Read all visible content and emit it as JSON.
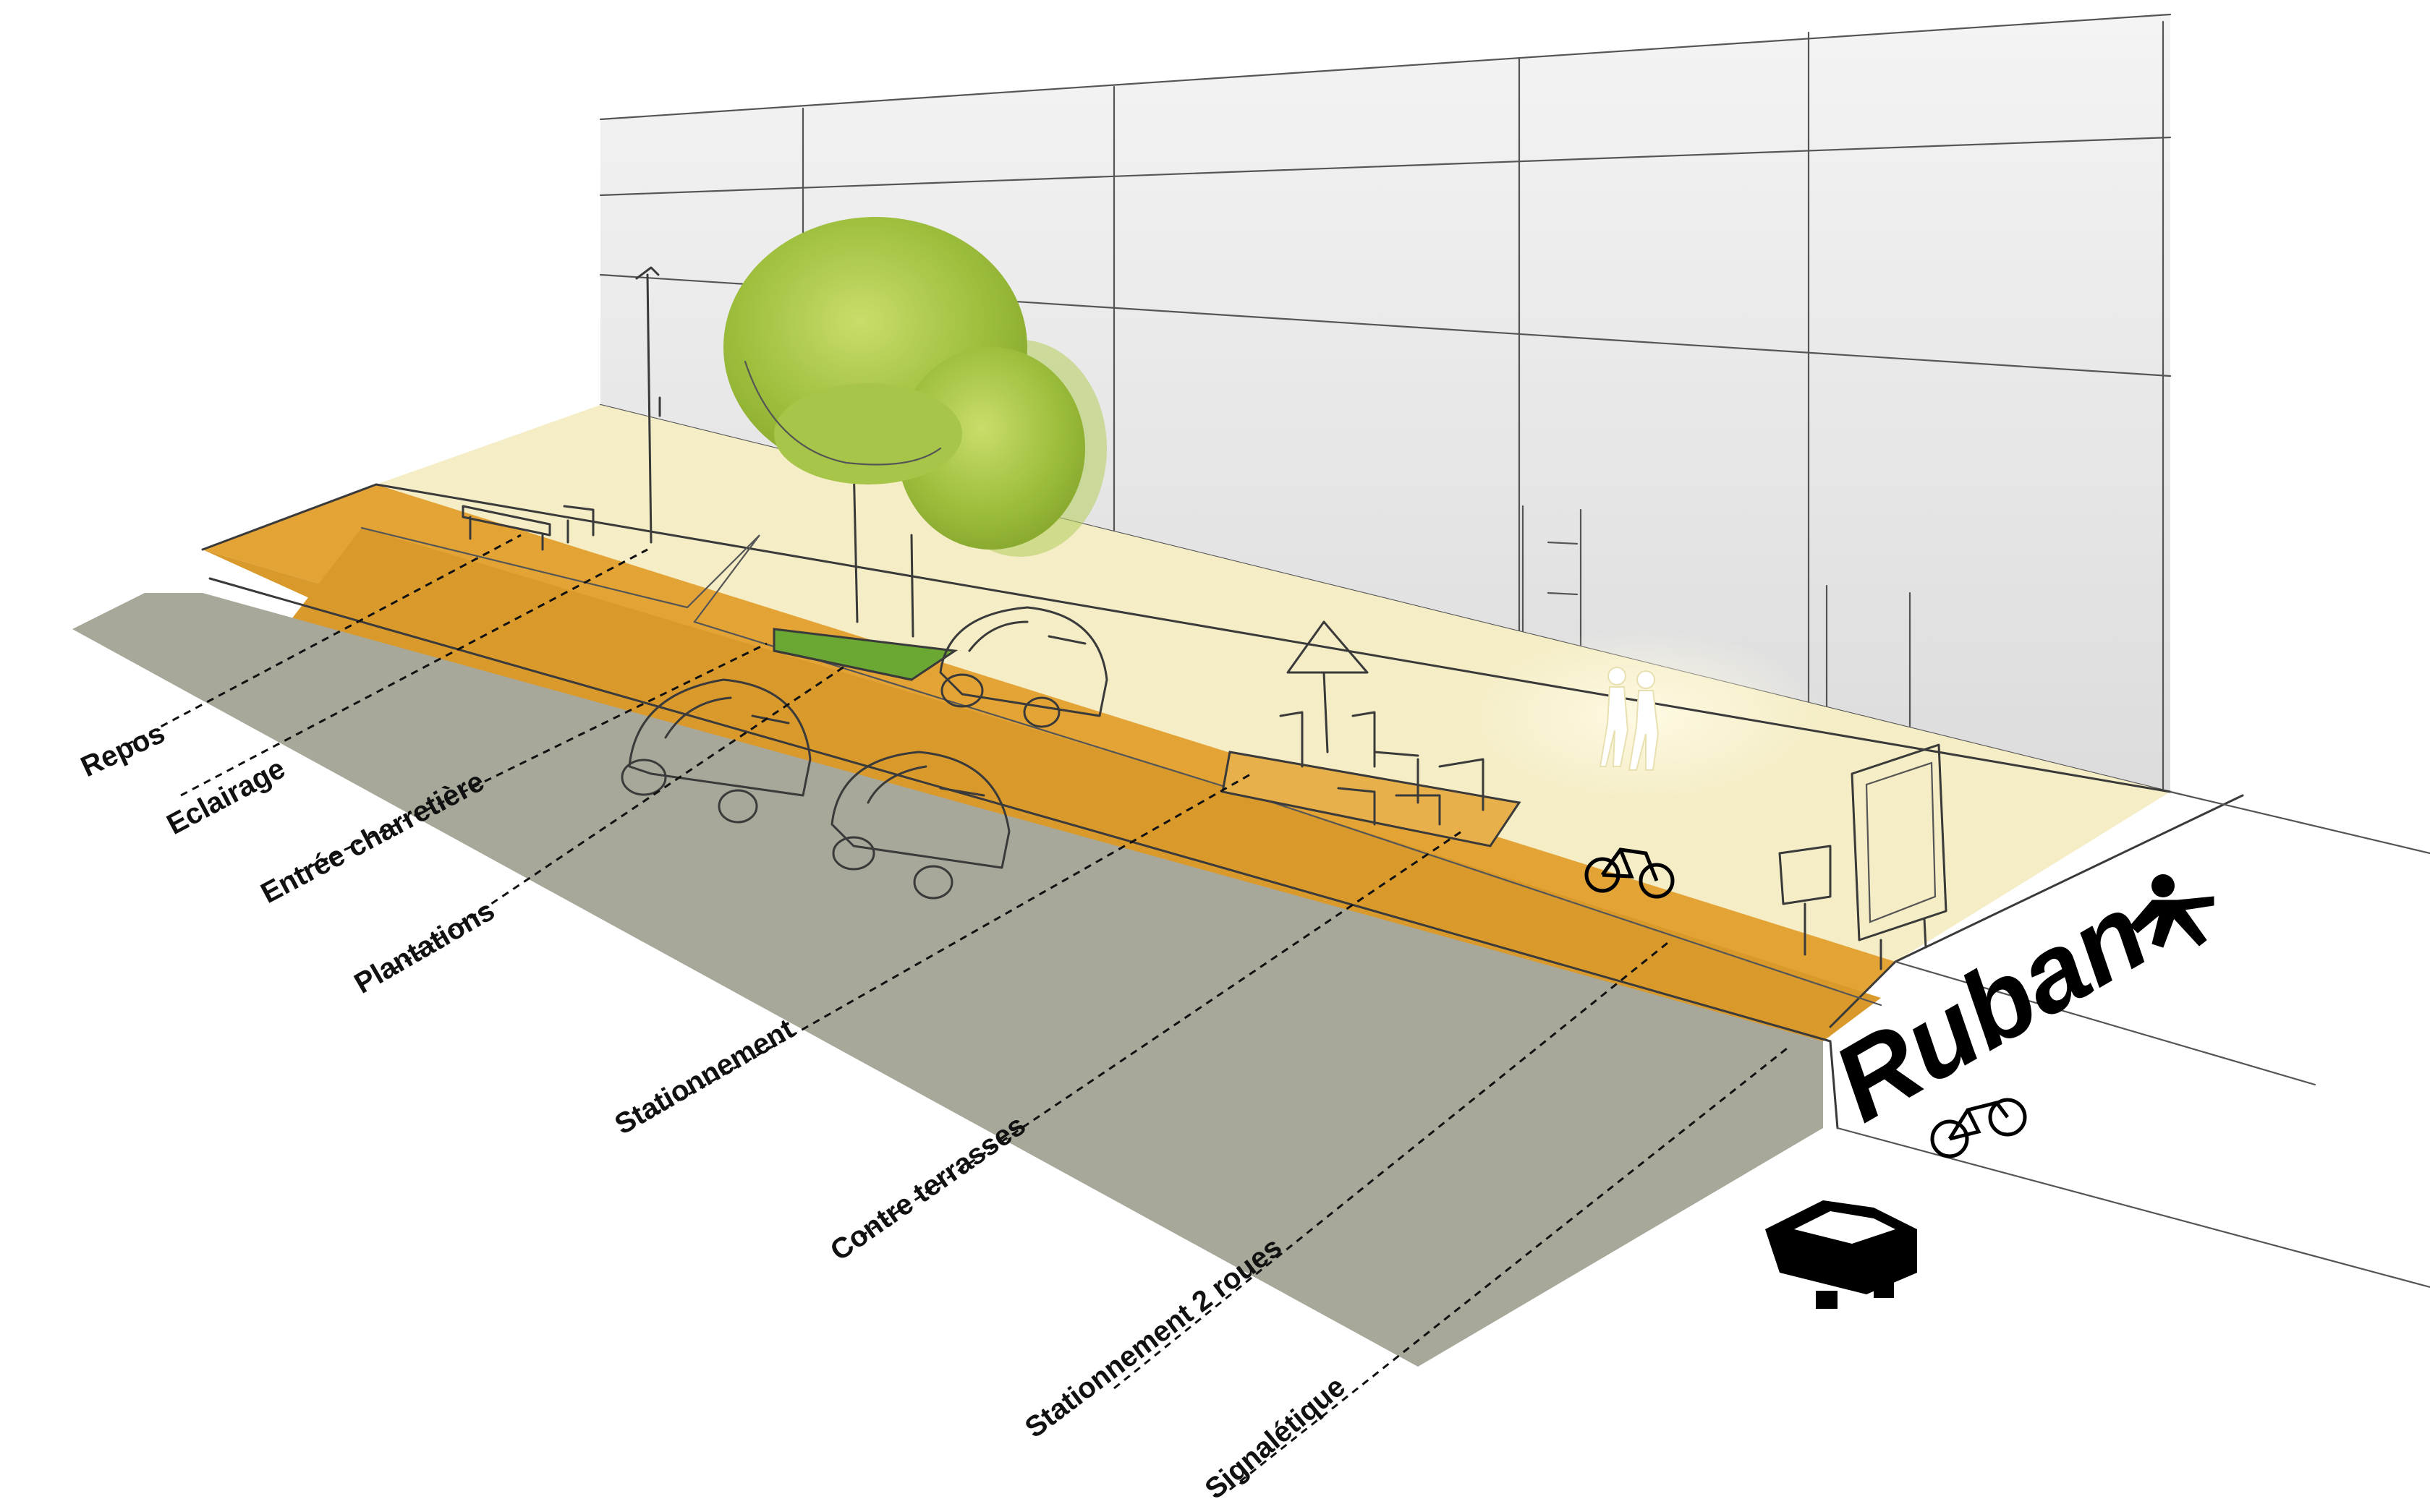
{
  "title": "Ruban",
  "labels": {
    "repos": "Repos",
    "eclairage": "Eclairage",
    "entree": "Entrée charretière",
    "plantations": "Plantations",
    "stationnement": "Stationnement",
    "terrasses": "Contre terrasses",
    "deux_roues": "Stationnement 2 roues",
    "signaletique": "Signalétique"
  },
  "icons": {
    "pedestrian": "pedestrian-icon",
    "bicycle": "bicycle-icon",
    "car": "car-icon"
  },
  "colors": {
    "ruban": "#d99a2b",
    "road": "#a8a89a",
    "sidewalk": "#f4edc6",
    "facade": "#e6e6e6",
    "tree": "#9cbd3c"
  }
}
